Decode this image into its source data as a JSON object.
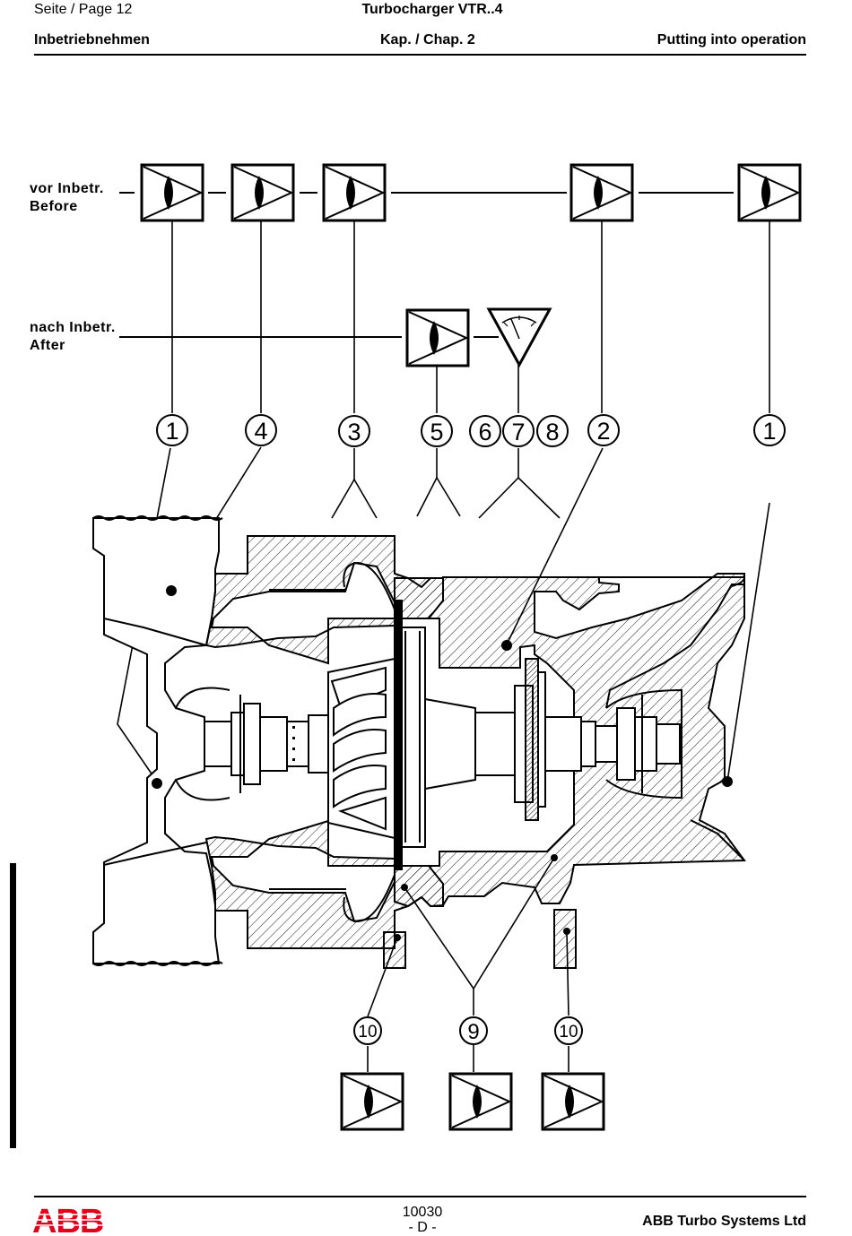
{
  "header": {
    "page": "Seite / Page  12",
    "title": "Turbocharger VTR..4",
    "section_de": "Inbetriebnehmen",
    "chapter": "Kap. / Chap. 2",
    "section_en": "Putting into operation"
  },
  "labels": {
    "before_de": "vor Inbetr.",
    "before_en": "Before",
    "after_de": "nach Inbetr.",
    "after_en": "After"
  },
  "callouts": {
    "c1a": "1",
    "c4": "4",
    "c3": "3",
    "c5": "5",
    "c6": "6",
    "c7": "7",
    "c8": "8",
    "c2": "2",
    "c1b": "1",
    "c10a": "10",
    "c9": "9",
    "c10b": "10"
  },
  "footer": {
    "doc_number": "10030",
    "language": "- D -",
    "company": "ABB Turbo Systems Ltd"
  },
  "logo": {
    "text": "ABB",
    "color": "#e2001a"
  },
  "icons": [
    "inspect-eye-icon",
    "measure-gauge-icon"
  ]
}
